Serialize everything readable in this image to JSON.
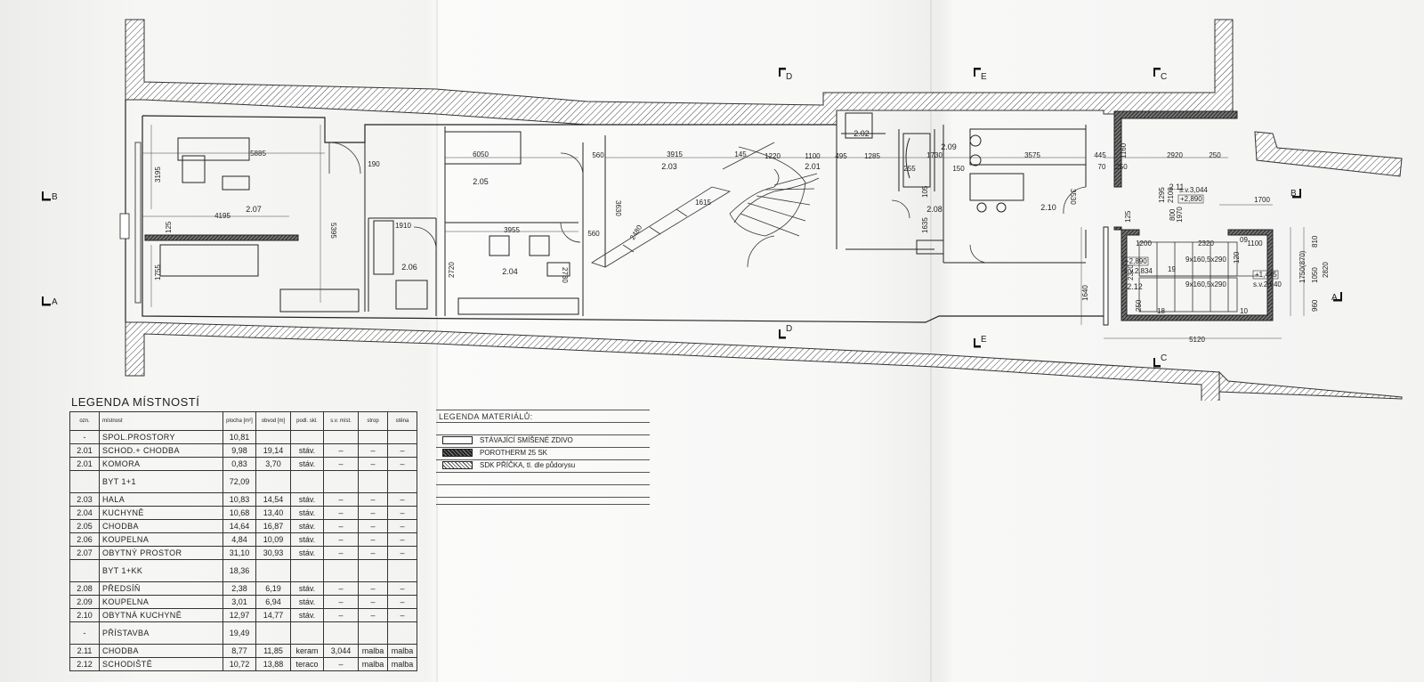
{
  "plan": {
    "rooms": {
      "r207": "2.07",
      "r205": "2.05",
      "r206": "2.06",
      "r204": "2.04",
      "r203": "2.03",
      "r201": "2.01",
      "r202": "2.02",
      "r209": "2.09",
      "r208": "2.08",
      "r210": "2.10",
      "r211": "2.11",
      "r212": "2.12"
    },
    "dims": {
      "d5885": "5885",
      "d3195": "3195",
      "d4195": "4195",
      "d125": "125",
      "d1755": "1755",
      "d5395": "5395",
      "d190": "190",
      "d1910": "1910",
      "d6050": "6050",
      "d3955": "3955",
      "d2720": "2720",
      "d2730": "2730",
      "d560a": "560",
      "d560b": "560",
      "d3630": "3630",
      "d3915": "3915",
      "d145": "145",
      "d1220": "1220",
      "d1100": "1100",
      "d495": "495",
      "d1285": "1285",
      "d255": "255",
      "d1730": "1730",
      "d150": "150",
      "d105": "105",
      "d1635": "1635",
      "d3575": "3575",
      "d3530": "3530",
      "d445": "445",
      "d70": "70",
      "d1160": "1160",
      "d250a": "250",
      "d2920": "2920",
      "d250b": "250",
      "d1700": "1700",
      "d1295": "1295",
      "d2100": "2100",
      "d1970": "1970",
      "d800": "800",
      "d125b": "125",
      "d1200": "1200",
      "d2320": "2320",
      "d1100b": "1100",
      "d120": "120",
      "d810": "810",
      "d1750": "1750(870)",
      "d2820": "2820",
      "d1050": "1050",
      "d960": "960",
      "d1640": "1640",
      "d5120": "5120",
      "d1615": "1615",
      "d2480": "2480",
      "d2320b": "2320",
      "sx3044": "s.v.3,044",
      "lvl2890a": "+2,890",
      "lvl2890b": "+2,890",
      "sx2834": "s.v.2,834",
      "stair1": "9x160,5x290",
      "stair2": "9x160,5x290",
      "lvl1445": "+1,445",
      "sx2640": "s.v.2,640",
      "n19": "19",
      "n18": "18",
      "n10": "10",
      "n09": "09",
      "n250c": "250"
    },
    "sections": {
      "d_top": "D",
      "e_top": "E",
      "c_top": "C",
      "d_bot": "D",
      "e_bot": "E",
      "c_bot": "C",
      "b_left": "B",
      "a_left": "A",
      "b_right": "B",
      "a_right": "A"
    }
  },
  "legend_rooms": {
    "title": "LEGENDA MÍSTNOSTÍ",
    "headers": [
      "ozn.",
      "místnost",
      "plocha [m²]",
      "obvod [m]",
      "podl. skl.",
      "s.v. míst.",
      "strop",
      "stěna"
    ],
    "rows": [
      [
        "-",
        "SPOL.PROSTORY",
        "10,81",
        "",
        "",
        "",
        "",
        ""
      ],
      [
        "2.01",
        "SCHOD.+ CHODBA",
        "9,98",
        "19,14",
        "stáv.",
        "–",
        "–",
        "–"
      ],
      [
        "2.01",
        "KOMORA",
        "0,83",
        "3,70",
        "stáv.",
        "–",
        "–",
        "–"
      ],
      [
        "",
        "BYT 1+1",
        "72,09",
        "",
        "",
        "",
        "",
        ""
      ],
      [
        "2.03",
        "HALA",
        "10,83",
        "14,54",
        "stáv.",
        "–",
        "–",
        "–"
      ],
      [
        "2.04",
        "KUCHYNĚ",
        "10,68",
        "13,40",
        "stáv.",
        "–",
        "–",
        "–"
      ],
      [
        "2.05",
        "CHODBA",
        "14,64",
        "16,87",
        "stáv.",
        "–",
        "–",
        "–"
      ],
      [
        "2.06",
        "KOUPELNA",
        "4,84",
        "10,09",
        "stáv.",
        "–",
        "–",
        "–"
      ],
      [
        "2.07",
        "OBYTNÝ PROSTOR",
        "31,10",
        "30,93",
        "stáv.",
        "–",
        "–",
        "–"
      ],
      [
        "",
        "BYT 1+KK",
        "18,36",
        "",
        "",
        "",
        "",
        ""
      ],
      [
        "2.08",
        "PŘEDSÍŇ",
        "2,38",
        "6,19",
        "stáv.",
        "–",
        "–",
        "–"
      ],
      [
        "2.09",
        "KOUPELNA",
        "3,01",
        "6,94",
        "stáv.",
        "–",
        "–",
        "–"
      ],
      [
        "2.10",
        "OBYTNÁ KUCHYNĚ",
        "12,97",
        "14,77",
        "stáv.",
        "–",
        "–",
        "–"
      ],
      [
        "-",
        "PŘÍSTAVBA",
        "19,49",
        "",
        "",
        "",
        "",
        ""
      ],
      [
        "2.11",
        "CHODBA",
        "8,77",
        "11,85",
        "keram",
        "3,044",
        "malba",
        "malba"
      ],
      [
        "2.12",
        "SCHODIŠTĚ",
        "10,72",
        "13,88",
        "teraco",
        "–",
        "malba",
        "malba"
      ]
    ]
  },
  "legend_materials": {
    "title": "LEGENDA MATERIÁLŮ:",
    "items": [
      "STÁVAJÍCÍ SMÍŠENÉ ZDIVO",
      "POROTHERM 25 SK",
      "SDK PŘÍČKA, tl. dle půdorysu"
    ]
  }
}
